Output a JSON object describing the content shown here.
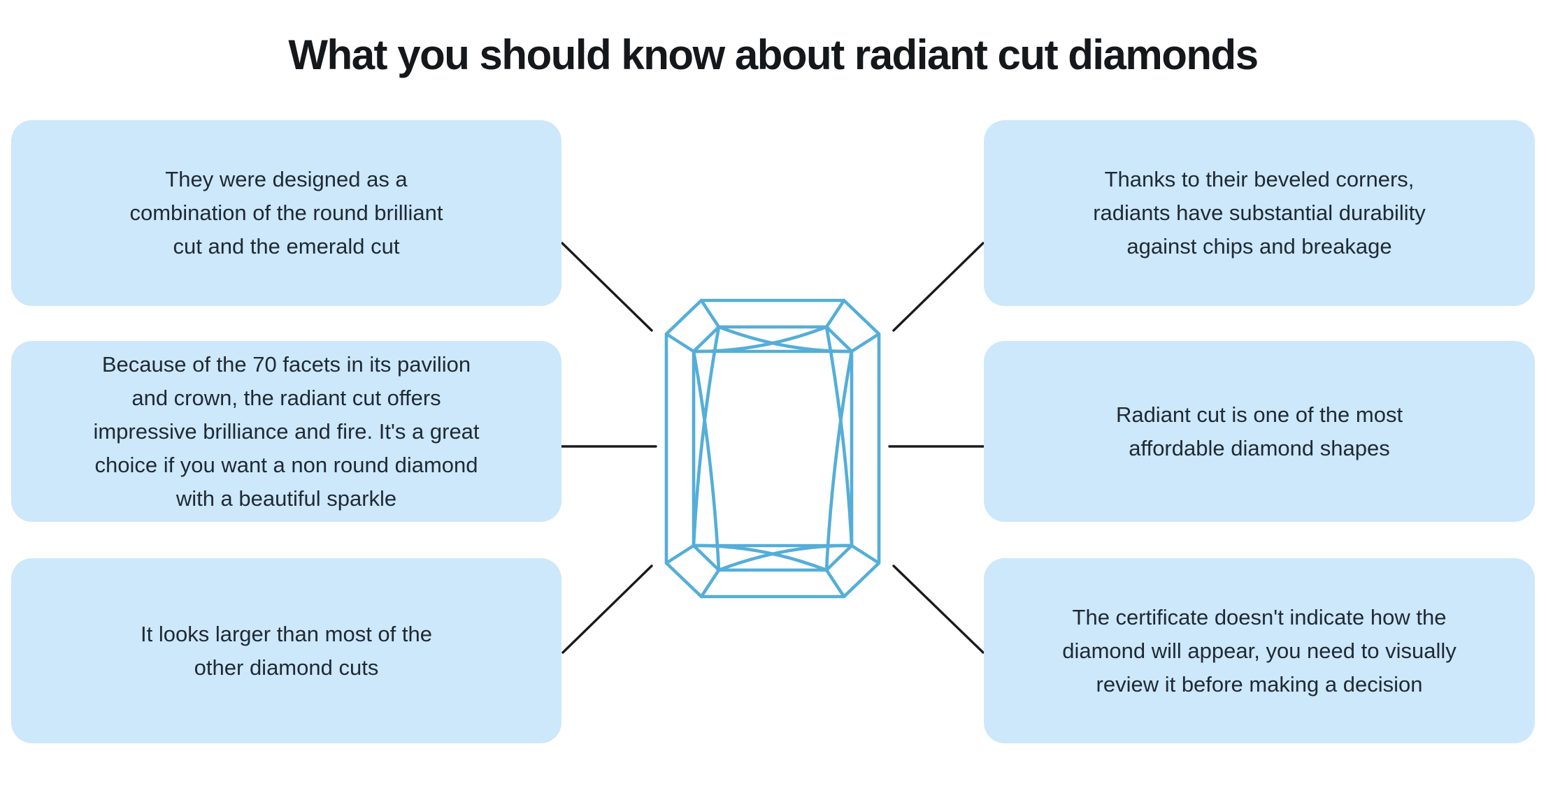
{
  "title": "What you should know about radiant cut diamonds",
  "facts": {
    "left": [
      {
        "text": "They were designed as a\ncombination of the round brilliant\ncut and the emerald cut"
      },
      {
        "text": "Because of the 70 facets in its pavilion\nand crown, the radiant cut offers\nimpressive brilliance and fire. It's a great\nchoice if you want a non round diamond\nwith a beautiful sparkle"
      },
      {
        "text": "It looks larger than most of the\nother diamond cuts"
      }
    ],
    "right": [
      {
        "text": "Thanks to their beveled corners,\nradiants have substantial durability\nagainst chips and breakage"
      },
      {
        "text": "Radiant cut is one of the most\naffordable diamond shapes"
      },
      {
        "text": "The certificate doesn't indicate how the\ndiamond will appear, you need to visually\nreview it before making a decision"
      }
    ]
  },
  "illustration": {
    "name": "radiant-cut-diamond-top-view",
    "stroke_color": "#54aed8"
  },
  "colors": {
    "card_fill": "#cde7fb",
    "card_text": "#1e2a33",
    "title_text": "#15181b",
    "connector_line": "#1a1a1a",
    "background": "#ffffff"
  }
}
